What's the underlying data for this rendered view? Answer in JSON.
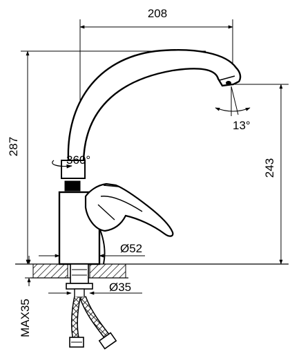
{
  "dimensions": {
    "top_width": "208",
    "total_height": "287",
    "spout_height": "243",
    "rotation": "360°",
    "spout_angle": "13°",
    "body_diameter": "Ø52",
    "hole_diameter": "Ø35",
    "max_thickness": "MAX35"
  }
}
